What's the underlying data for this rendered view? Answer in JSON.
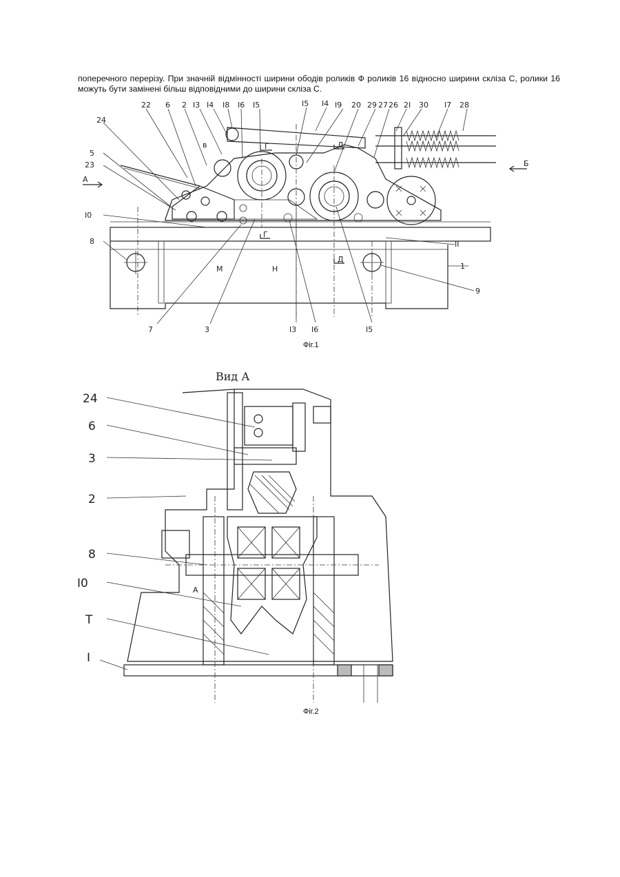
{
  "paragraph": "поперечного перерізу. При значній відмінності ширини ободів роликів Ф роликів 16 відносно ширини скліза С, ролики 16 можуть бути замінені більш відповідними до ширини скліза С.",
  "fig1": {
    "caption": "Фіг.1",
    "labels": {
      "l22": "22",
      "l6": "6",
      "l2": "2",
      "l13a": "I3",
      "l14a": "I4",
      "l18": "I8",
      "l16a": "I6",
      "l15a": "I5",
      "l15b": "I5",
      "l14b": "I4",
      "l19": "I9",
      "l20": "20",
      "l29": "29",
      "l27": "27",
      "l26": "26",
      "l21": "2I",
      "l30": "30",
      "l17": "I7",
      "l28": "28",
      "l24": "24",
      "l5": "5",
      "l23": "23",
      "l10": "I0",
      "l8": "8",
      "l7": "7",
      "l3": "3",
      "l13b": "I3",
      "l16b": "I6",
      "l15c": "I5",
      "l11": "II",
      "l1": "1",
      "l9": "9",
      "lM": "М",
      "lH": "Н",
      "lA": "А",
      "lB": "Б",
      "lV": "в",
      "lG1": "Г",
      "lG2": "Г",
      "lD1": "Д",
      "lD2": "Д"
    }
  },
  "fig2": {
    "title": "Вид А",
    "caption": "Фіг.2",
    "labels": {
      "l24": "24",
      "l6": "6",
      "l3": "3",
      "l2": "2",
      "l8": "8",
      "l10": "I0",
      "lT": "Т",
      "lI": "I",
      "lA": "А"
    }
  }
}
